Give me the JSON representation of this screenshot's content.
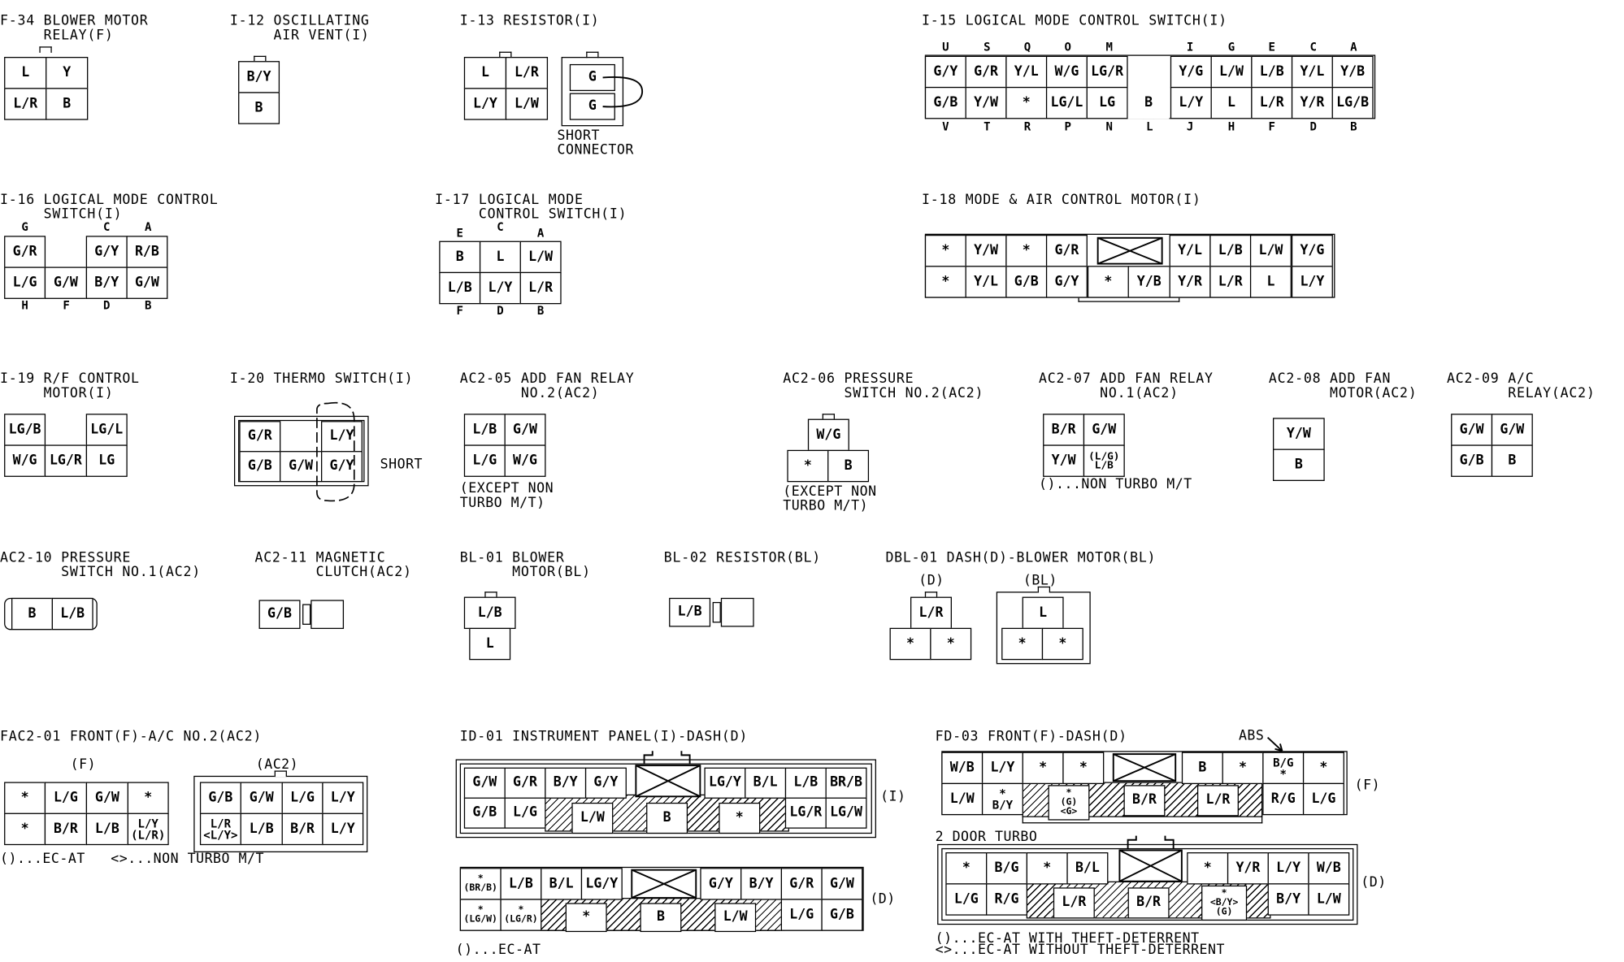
{
  "titles": {
    "f34": "F-34 BLOWER MOTOR\n     RELAY(F)",
    "i12": "I-12 OSCILLATING\n     AIR VENT(I)",
    "i13": "I-13 RESISTOR(I)",
    "i15": "I-15 LOGICAL MODE CONTROL SWITCH(I)",
    "i16": "I-16 LOGICAL MODE CONTROL\n     SWITCH(I)",
    "i17": "I-17 LOGICAL MODE\n     CONTROL SWITCH(I)",
    "i18": "I-18 MODE & AIR CONTROL MOTOR(I)",
    "i19": "I-19 R/F CONTROL\n     MOTOR(I)",
    "i20": "I-20 THERMO SWITCH(I)",
    "ac205": "AC2-05 ADD FAN RELAY\n       NO.2(AC2)",
    "ac206": "AC2-06 PRESSURE\n       SWITCH NO.2(AC2)",
    "ac207": "AC2-07 ADD FAN RELAY\n       NO.1(AC2)",
    "ac208": "AC2-08 ADD FAN\n       MOTOR(AC2)",
    "ac209": "AC2-09 A/C\n       RELAY(AC2)",
    "ac210": "AC2-10 PRESSURE\n       SWITCH NO.1(AC2)",
    "ac211": "AC2-11 MAGNETIC\n       CLUTCH(AC2)",
    "bl01": "BL-01 BLOWER\n      MOTOR(BL)",
    "bl02": "BL-02 RESISTOR(BL)",
    "dbl01": "DBL-01 DASH(D)-BLOWER MOTOR(BL)",
    "fac201": "FAC2-01 FRONT(F)-A/C NO.2(AC2)",
    "id01": "ID-01 INSTRUMENT PANEL(I)-DASH(D)",
    "fd03": "FD-03 FRONT(F)-DASH(D)"
  },
  "notes": {
    "short_connector": "SHORT\nCONNECTOR",
    "short": "SHORT",
    "except_non_turbo_1": "(EXCEPT NON\nTURBO M/T)",
    "except_non_turbo_2": "(EXCEPT NON\nTURBO M/T)",
    "non_turbo_mt": "()...NON TURBO M/T",
    "fac201_legend": "()...EC-AT   <>...NON TURBO M/T",
    "id01_legend": "()...EC-AT",
    "fd03_legend": "()...EC-AT WITH THEFT-DETERRENT\n<>...EC-AT WITHOUT THEFT-DETERRENT",
    "two_door_turbo": "2 DOOR TURBO",
    "abs": "ABS",
    "side_f": "(F)",
    "side_ac2": "(AC2)",
    "side_i": "(I)",
    "side_d": "(D)",
    "side_f2": "(F)",
    "side_d2": "(D)",
    "dbl_d": "(D)",
    "dbl_bl": "(BL)"
  },
  "pins": {
    "i15_top": [
      "U",
      "S",
      "Q",
      "O",
      "M",
      "I",
      "G",
      "E",
      "C",
      "A"
    ],
    "i15_bottom": [
      "V",
      "T",
      "R",
      "P",
      "N",
      "L",
      "J",
      "H",
      "F",
      "D",
      "B"
    ],
    "i16_top": [
      "G",
      "C",
      "A"
    ],
    "i16_bottom": [
      "H",
      "F",
      "D",
      "B"
    ],
    "i17_top": [
      "E",
      "C",
      "A"
    ],
    "i17_bottom": [
      "F",
      "D",
      "B"
    ]
  },
  "cells": {
    "f34": [
      "L",
      "Y",
      "L/R",
      "B"
    ],
    "i12": [
      "B/Y",
      "B"
    ],
    "i13": [
      "L",
      "L/R",
      "L/Y",
      "L/W"
    ],
    "i13_short": [
      "G",
      "G"
    ],
    "i15": [
      "G/Y",
      "G/R",
      "Y/L",
      "W/G",
      "LG/R",
      "Y/G",
      "L/W",
      "L/B",
      "Y/L",
      "Y/B",
      "G/B",
      "Y/W",
      "*",
      "LG/L",
      "LG",
      "B",
      "L/Y",
      "L",
      "L/R",
      "Y/R",
      "LG/B"
    ],
    "i16": [
      "G/R",
      "G/Y",
      "R/B",
      "L/G",
      "G/W",
      "B/Y",
      "G/W"
    ],
    "i17": [
      "B",
      "L",
      "L/W",
      "L/B",
      "L/Y",
      "L/R"
    ],
    "i18": [
      "*",
      "Y/W",
      "*",
      "G/R",
      "Y/L",
      "L/B",
      "L/W",
      "Y/G",
      "*",
      "Y/L",
      "G/B",
      "G/Y",
      "*",
      "Y/B",
      "Y/R",
      "L/R",
      "L",
      "L/Y"
    ],
    "i19": [
      "LG/B",
      "LG/L",
      "W/G",
      "LG/R",
      "LG"
    ],
    "i20": [
      "G/R",
      "L/Y",
      "G/B",
      "G/W",
      "G/Y"
    ],
    "ac205": [
      "L/B",
      "G/W",
      "L/G",
      "W/G"
    ],
    "ac206": [
      "W/G",
      "*",
      "B"
    ],
    "ac207": [
      "B/R",
      "G/W",
      "Y/W",
      "(L/G)\nL/B"
    ],
    "ac208": [
      "Y/W",
      "B"
    ],
    "ac209": [
      "G/W",
      "G/W",
      "G/B",
      "B"
    ],
    "ac210": [
      "B",
      "L/B"
    ],
    "ac211": [
      "G/B"
    ],
    "bl01": [
      "L/B",
      "L"
    ],
    "bl02": [
      "L/B"
    ],
    "dbl_d": [
      "L/R",
      "*",
      "*"
    ],
    "dbl_bl": [
      "L",
      "*",
      "*"
    ],
    "fac_f": [
      "*",
      "L/G",
      "G/W",
      "*",
      "*",
      "B/R",
      "L/B",
      "L/Y\n(L/R)"
    ],
    "fac_ac2": [
      "G/B",
      "G/W",
      "L/G",
      "L/Y",
      "L/R\n<L/Y>",
      "L/B",
      "B/R",
      "L/Y"
    ],
    "id_i": [
      "G/W",
      "G/R",
      "B/Y",
      "G/Y",
      "LG/Y",
      "B/L",
      "L/B",
      "BR/B",
      "G/B",
      "L/G",
      "L/W",
      "B",
      "*",
      "LG/R",
      "LG/W"
    ],
    "id_d": [
      "*\n(BR/B)",
      "L/B",
      "B/L",
      "LG/Y",
      "G/Y",
      "B/Y",
      "G/R",
      "G/W",
      "*\n(LG/W)",
      "*\n(LG/R)",
      "*",
      "B",
      "L/W",
      "L/G",
      "G/B"
    ],
    "fd_f": [
      "W/B",
      "L/Y",
      "*",
      "*",
      "B",
      "*",
      "B/G\n*",
      "*",
      "L/W",
      "*\nB/Y",
      "*\n(G)\n<G>",
      "B/R",
      "L/R",
      "R/G",
      "L/G"
    ],
    "fd_d": [
      "*",
      "B/G",
      "*",
      "B/L",
      "*",
      "Y/R",
      "L/Y",
      "W/B",
      "L/G",
      "R/G",
      "L/R",
      "B/R",
      "*\n<B/Y>\n(G)",
      "B/Y",
      "L/W"
    ]
  },
  "colors": {
    "ink": "#000000",
    "paper": "#ffffff"
  }
}
